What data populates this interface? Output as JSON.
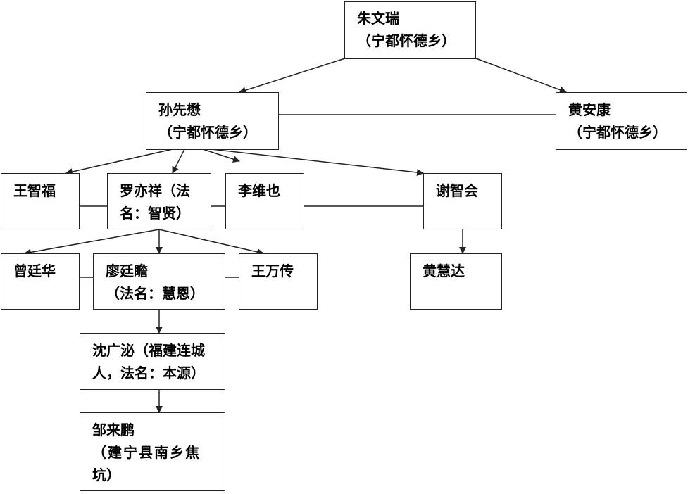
{
  "nodes": {
    "zhu_wenrui": {
      "line1": "朱文瑞",
      "line2": "（宁都怀德乡）"
    },
    "sun_xianmao": {
      "line1": "孙先懋",
      "line2": "（宁都怀德乡）"
    },
    "huang_ankang": {
      "line1": "黄安康",
      "line2": "（宁都怀德乡）"
    },
    "wang_zhifu": {
      "line1": "王智福"
    },
    "luo_yixiang": {
      "line1": "罗亦祥（法",
      "line2": "名：智贤）"
    },
    "li_weiye": {
      "line1": "李维也"
    },
    "xie_zhihui": {
      "line1": "谢智会"
    },
    "zeng_tinghua": {
      "line1": "曾廷华"
    },
    "liao_tingzhan": {
      "line1": "廖廷瞻",
      "line2": "（法名：慧恩）"
    },
    "wang_wanchuan": {
      "line1": "王万传"
    },
    "huang_huida": {
      "line1": "黄慧达"
    },
    "shen_guangbi": {
      "line1": "沈广泌（福建连城",
      "line2": "人，法名：本源）"
    },
    "zou_laipeng": {
      "line1": "邹来鹏",
      "line2": "（建宁县南乡焦",
      "line3": "坑）"
    }
  }
}
